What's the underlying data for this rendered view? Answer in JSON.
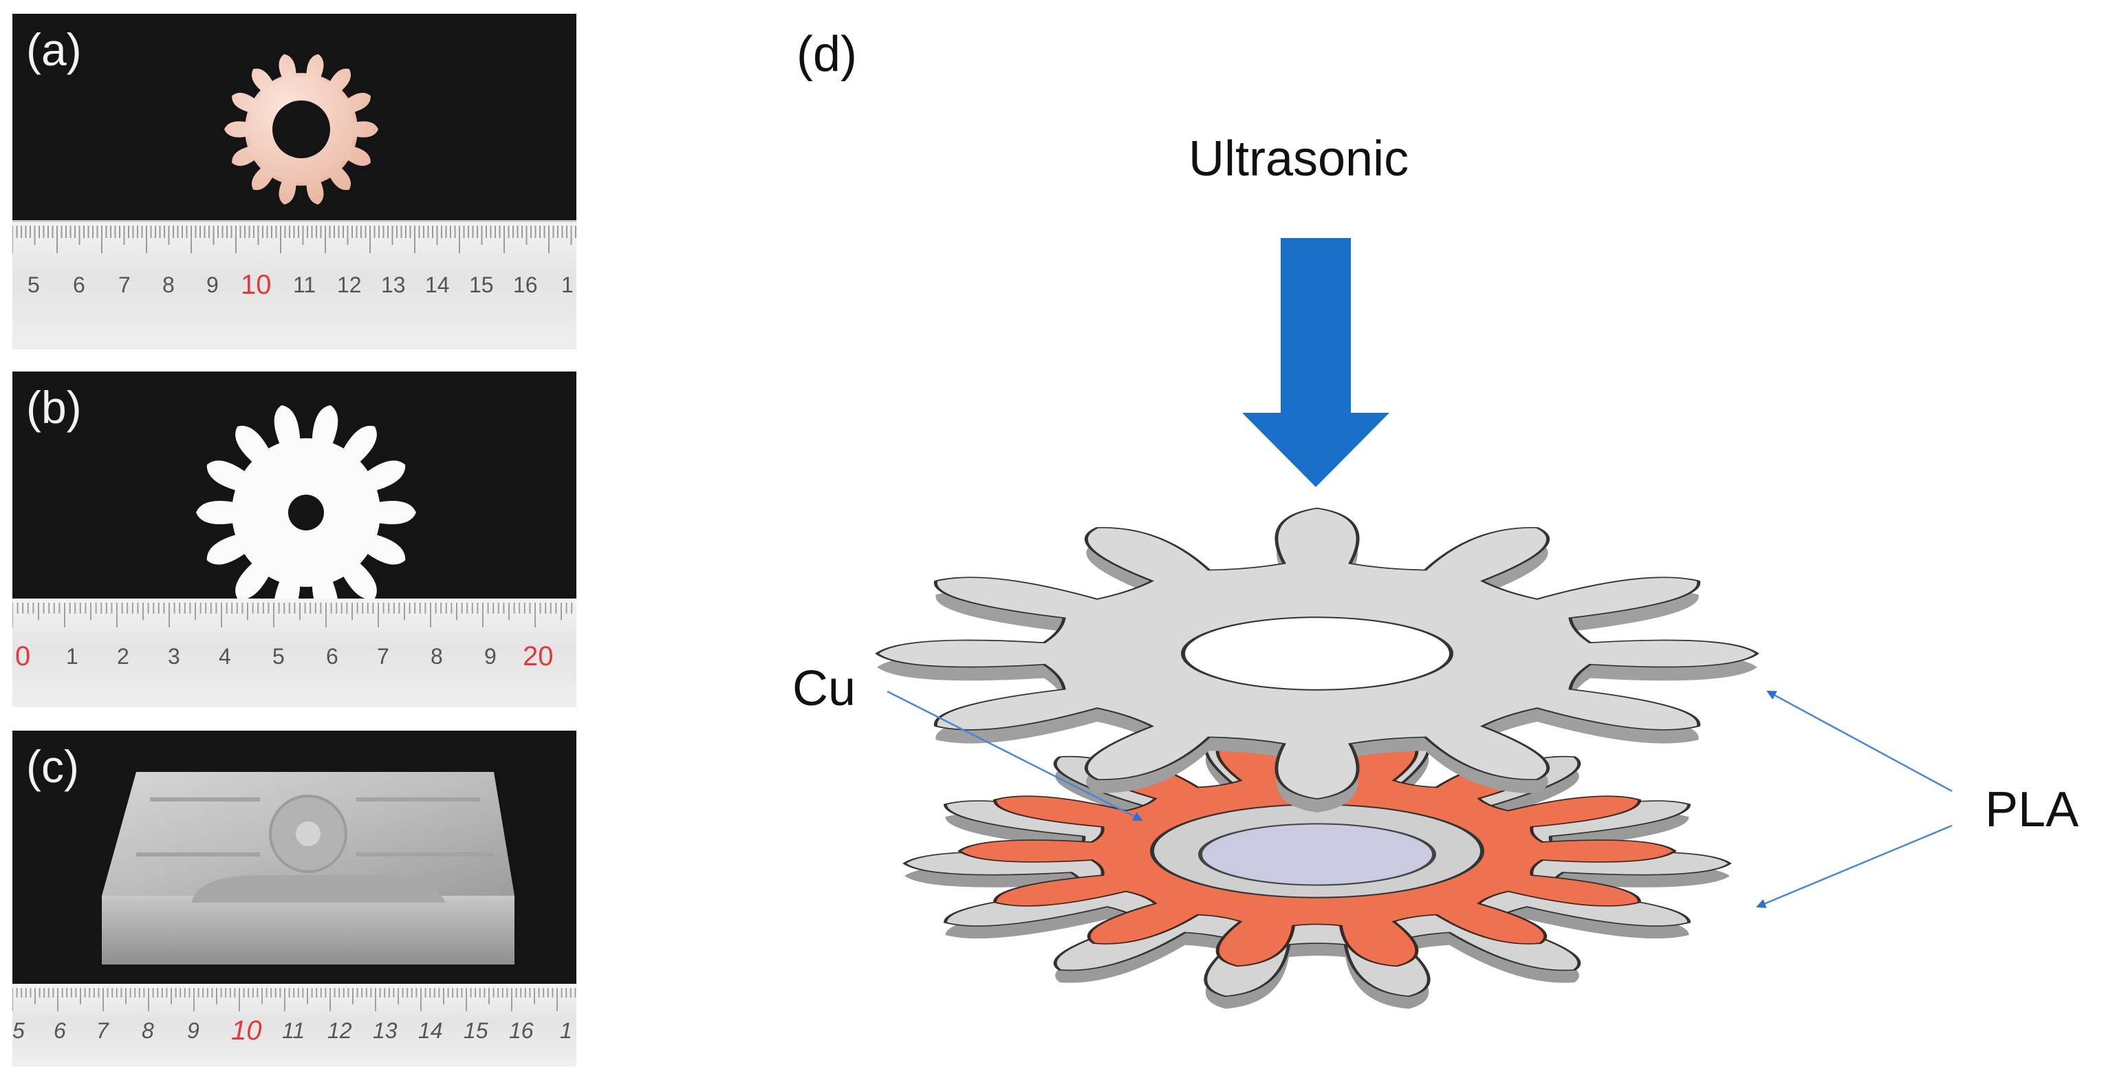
{
  "panels": {
    "a": {
      "label": "(a)",
      "ruler_numbers": [
        "5",
        "6",
        "7",
        "8",
        "9",
        "10",
        "11",
        "12",
        "13",
        "14",
        "15",
        "16",
        "1"
      ],
      "red_number": "10"
    },
    "b": {
      "label": "(b)",
      "ruler_numbers": [
        "0",
        "1",
        "2",
        "3",
        "4",
        "5",
        "6",
        "7",
        "8",
        "9",
        "20"
      ],
      "red_numbers": [
        "0",
        "20"
      ]
    },
    "c": {
      "label": "(c)",
      "ruler_numbers": [
        "5",
        "6",
        "7",
        "8",
        "9",
        "10",
        "11",
        "12",
        "13",
        "14",
        "15",
        "16",
        "1"
      ],
      "red_number": "10"
    },
    "d": {
      "label": "(d)"
    }
  },
  "diagram": {
    "ultrasonic_label": "Ultrasonic",
    "cu_label": "Cu",
    "pla_label": "PLA",
    "colors": {
      "arrow": "#1a6fc9",
      "pla": "#d9d9d9",
      "cu": "#ee7150",
      "leader": "#4a86d8"
    }
  }
}
